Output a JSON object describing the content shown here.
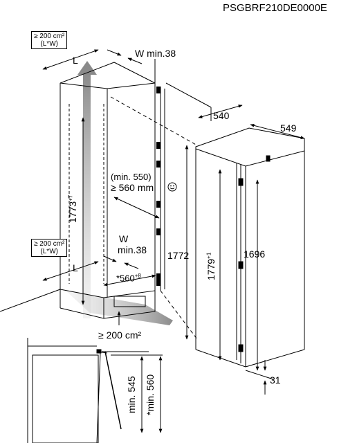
{
  "model_code": "PSGBRF210DE0000E",
  "ventilation_top": {
    "line1": "≥ 200 cm²",
    "line2": "(L*W)"
  },
  "ventilation_mid": {
    "line1": "≥ 200 cm²",
    "line2": "(L*W)"
  },
  "ventilation_bottom": "≥ 200 cm²",
  "L_top": "L",
  "L_bottom": "L",
  "w_min_top": "W min.38",
  "w_min_mid_w": "W",
  "w_min_mid_min": "min.38",
  "niche_depth_min": "(min. 550)",
  "niche_depth": "≥ 560 mm",
  "niche_height_base": "1773",
  "niche_height_sup": "+7",
  "niche_width_base": "*560",
  "niche_width_sup": "+8",
  "height_1772": "1772",
  "height_1779_base": "1779",
  "height_1779_sup": "+1",
  "height_1696": "1696",
  "width_540": "540",
  "depth_549": "549",
  "dim_31": "31",
  "min_545": "min. 545",
  "min_560": "*min. 560"
}
